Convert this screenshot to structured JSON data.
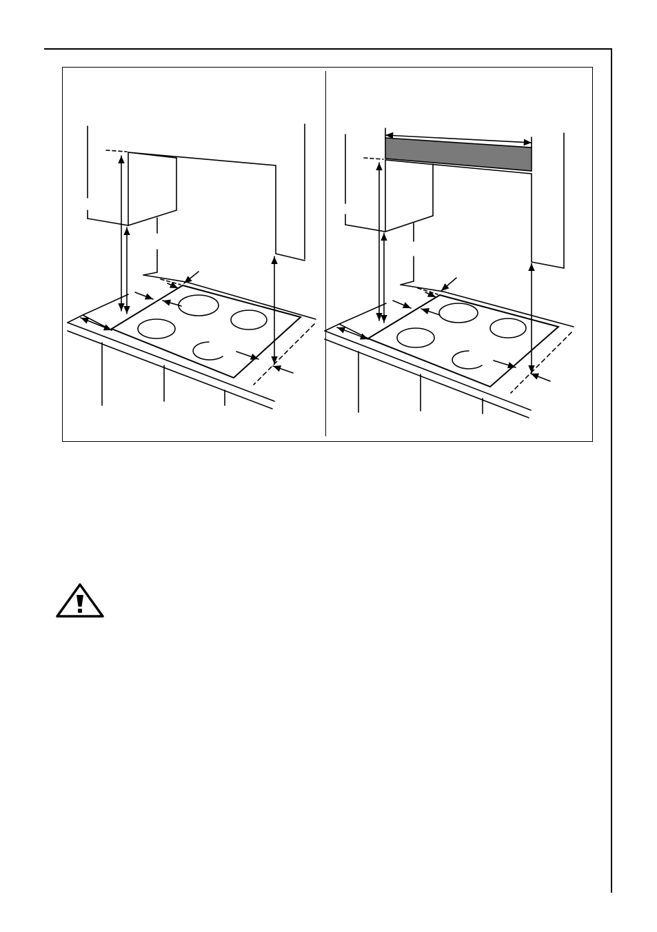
{
  "page": {
    "figure": {
      "panels": [
        {
          "name": "hood-installation",
          "hob_zones": 4
        },
        {
          "name": "hood-with-extension",
          "hob_zones": 4
        }
      ]
    },
    "warning": {
      "icon": "warning-triangle-icon"
    }
  }
}
